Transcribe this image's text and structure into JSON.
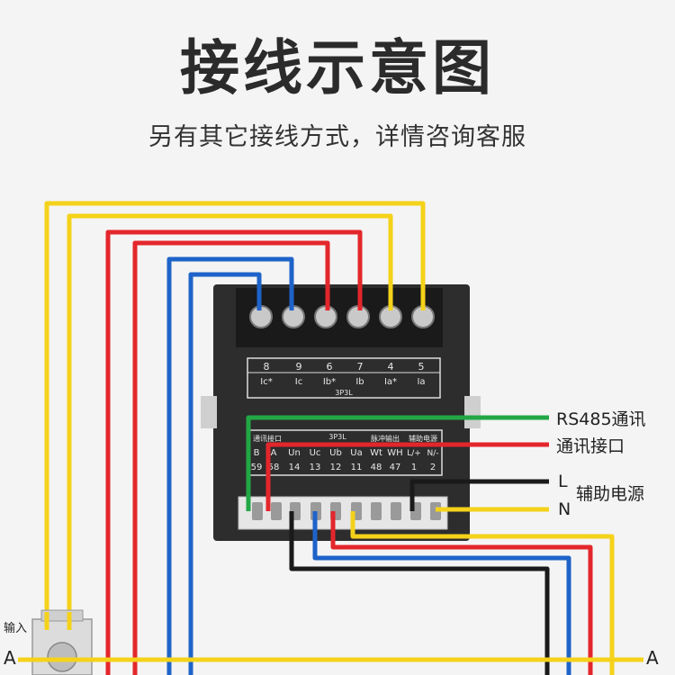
{
  "title": "接线示意图",
  "subtitle": "另有其它接线方式，详情咨询客服",
  "colors": {
    "yellow": "#f5d21a",
    "red": "#e3262b",
    "blue": "#1e63c9",
    "green": "#22a745",
    "black": "#1a1a1a",
    "meter_body": "#2d2d2d"
  },
  "top_terminals": {
    "numbers": [
      "8",
      "9",
      "6",
      "7",
      "4",
      "5"
    ],
    "labels": [
      "Ic*",
      "Ic",
      "Ib*",
      "Ib",
      "Ia*",
      "Ia"
    ],
    "model": "3P3L"
  },
  "bottom_terminals": {
    "group_labels": [
      "通讯接口",
      "3P3L",
      "脉冲输出",
      "辅助电源"
    ],
    "labels": [
      "B",
      "A",
      "Un",
      "Uc",
      "Ub",
      "Ua",
      "Wt",
      "WH",
      "L/+",
      "N/-"
    ],
    "numbers": [
      "59",
      "58",
      "14",
      "13",
      "12",
      "11",
      "48",
      "47",
      "1",
      "2"
    ]
  },
  "callouts": {
    "rs485": "RS485通讯",
    "comm_port": "通讯接口",
    "L": "L",
    "N": "N",
    "aux_power": "辅助电源"
  },
  "ct": {
    "input_label": "输入"
  },
  "line_labels": {
    "left": "A",
    "right": "A"
  }
}
